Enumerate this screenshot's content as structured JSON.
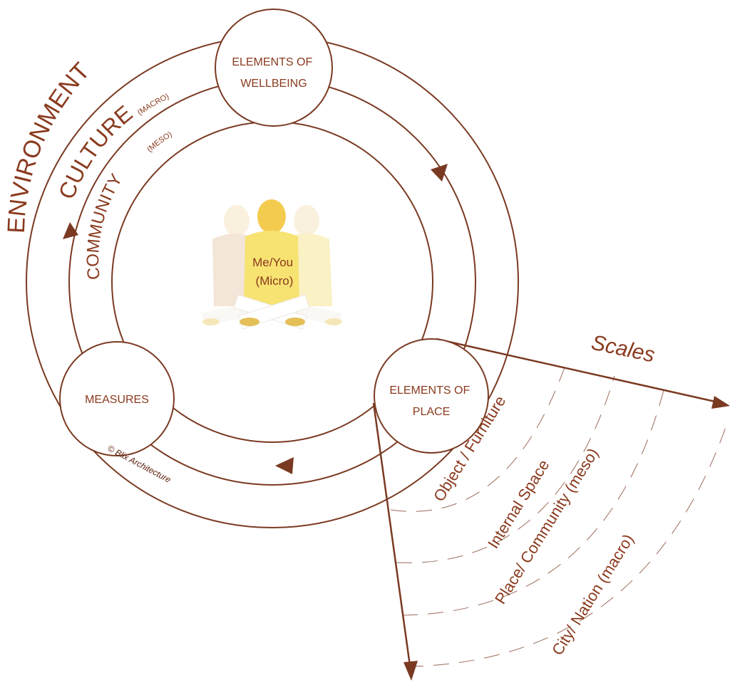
{
  "colors": {
    "line": "#7a3a22",
    "text": "#8a3a1e",
    "figure_light": "#f5dfb8",
    "figure_mid": "#f2d04a",
    "figure_shadow": "#d8b9a0"
  },
  "nodes": {
    "wellbeing": [
      "ELEMENTS OF",
      "WELLBEING"
    ],
    "place": [
      "ELEMENTS OF",
      "PLACE"
    ],
    "measures": "MEASURES"
  },
  "center": [
    "Me/You",
    "(Micro)"
  ],
  "rings": {
    "environment": "ENVIRONMENT",
    "culture": "CULTURE",
    "culture_note": "(MACRO)",
    "community": "COMMUNITY",
    "community_note": "(MESO)"
  },
  "scales": {
    "title": "Scales",
    "items": [
      "Object / Furniture",
      "Internal Space",
      "Place/ Community (meso)",
      "City/ Nation (macro)"
    ]
  },
  "copyright": "© Blix Architecture"
}
